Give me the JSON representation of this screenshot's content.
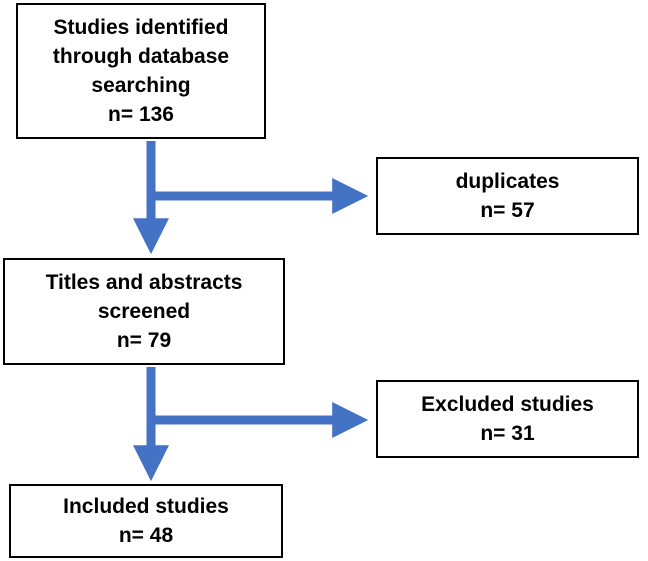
{
  "colors": {
    "arrow": "#4472C4",
    "box_border": "#000000",
    "box_fill": "#ffffff",
    "text": "#000000"
  },
  "boxes": {
    "identified": {
      "line1": "Studies identified",
      "line2": "through database",
      "line3": "searching",
      "count": "n= 136"
    },
    "duplicates": {
      "label": "duplicates",
      "count": "n= 57"
    },
    "screened": {
      "line1": "Titles and abstracts",
      "line2": "screened",
      "count": "n= 79"
    },
    "excluded": {
      "label": "Excluded studies",
      "count": "n= 31"
    },
    "included": {
      "label": "Included studies",
      "count": "n= 48"
    }
  },
  "flow": [
    {
      "from": "identified",
      "to": "screened"
    },
    {
      "from": "identified",
      "to": "duplicates"
    },
    {
      "from": "screened",
      "to": "included"
    },
    {
      "from": "screened",
      "to": "excluded"
    }
  ]
}
